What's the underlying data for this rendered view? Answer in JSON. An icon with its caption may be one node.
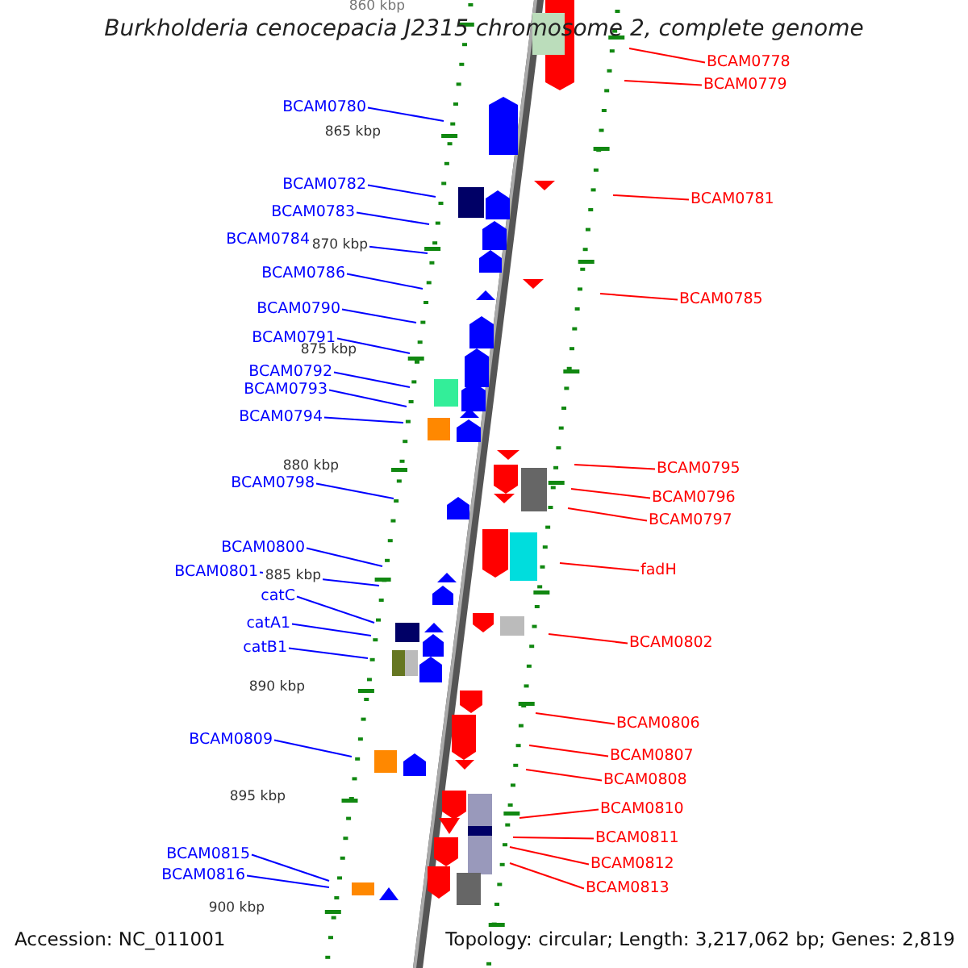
{
  "diagram": {
    "title": "Burkholderia cenocepacia J2315 chromosome 2, complete genome",
    "nodes": [
      {
        "text": [
          "BCAM0778"
        ]
      },
      {
        "text": [
          "BCAM0779"
        ]
      },
      {
        "text": [
          "BCAM0780"
        ]
      },
      {
        "text": [
          "BCAM0782"
        ]
      },
      {
        "text": [
          "BCAM0781"
        ]
      },
      {
        "text": [
          "BCAM0783"
        ]
      },
      {
        "text": [
          "BCAM0784"
        ]
      },
      {
        "text": [
          "BCAM0786"
        ]
      },
      {
        "text": [
          "BCAM0785"
        ]
      },
      {
        "text": [
          "BCAM0790"
        ]
      },
      {
        "text": [
          "BCAM0791"
        ]
      },
      {
        "text": [
          "BCAM0792"
        ]
      },
      {
        "text": [
          "BCAM0793"
        ]
      },
      {
        "text": [
          "BCAM0794"
        ]
      },
      {
        "text": [
          "BCAM0795"
        ]
      },
      {
        "text": [
          "BCAM0798"
        ]
      },
      {
        "text": [
          "BCAM0796"
        ]
      },
      {
        "text": [
          "BCAM0797"
        ]
      },
      {
        "text": [
          "BCAM0800"
        ]
      },
      {
        "text": [
          "fadH"
        ]
      },
      {
        "text": [
          "BCAM0801"
        ]
      },
      {
        "text": [
          "catC"
        ]
      },
      {
        "text": [
          "catA1"
        ]
      },
      {
        "text": [
          "BCAM0802"
        ]
      },
      {
        "text": [
          "catB1"
        ]
      },
      {
        "text": [
          "BCAM0806"
        ]
      },
      {
        "text": [
          "BCAM0809"
        ]
      },
      {
        "text": [
          "BCAM0807"
        ]
      },
      {
        "text": [
          "BCAM0808"
        ]
      },
      {
        "text": [
          "BCAM0810"
        ]
      },
      {
        "text": [
          "BCAM0811"
        ]
      },
      {
        "text": [
          "BCAM0815"
        ]
      },
      {
        "text": [
          "BCAM0812"
        ]
      },
      {
        "text": [
          "BCAM0816"
        ]
      },
      {
        "text": [
          "BCAM0813"
        ]
      }
    ],
    "edges": [
      {
        "from": 0,
        "to": null,
        "arrow": "none",
        "color": "#ff0000"
      },
      {
        "from": 1,
        "to": null,
        "arrow": "none",
        "color": "#ff0000"
      },
      {
        "from": 2,
        "to": null,
        "arrow": "none"
      },
      {
        "from": 3,
        "to": null,
        "arrow": "none"
      },
      {
        "from": 4,
        "to": null,
        "arrow": "none",
        "color": "#ff0000"
      },
      {
        "from": 5,
        "to": null,
        "arrow": "none"
      },
      {
        "from": 6,
        "to": null,
        "arrow": "none"
      },
      {
        "from": 7,
        "to": null,
        "arrow": "none"
      },
      {
        "from": 8,
        "to": null,
        "arrow": "none",
        "color": "#ff0000"
      },
      {
        "from": 9,
        "to": null,
        "arrow": "none"
      },
      {
        "from": 10,
        "to": null,
        "arrow": "none"
      },
      {
        "from": 11,
        "to": null,
        "arrow": "none"
      },
      {
        "from": 12,
        "to": null,
        "arrow": "none"
      },
      {
        "from": 13,
        "to": null,
        "arrow": "none"
      },
      {
        "from": 14,
        "to": null,
        "arrow": "none",
        "color": "#ff0000"
      },
      {
        "from": 15,
        "to": null,
        "arrow": "none"
      },
      {
        "from": 16,
        "to": null,
        "arrow": "none",
        "color": "#ff0000"
      },
      {
        "from": 17,
        "to": null,
        "arrow": "none",
        "color": "#ff0000"
      },
      {
        "from": 18,
        "to": null,
        "arrow": "none"
      },
      {
        "from": 19,
        "to": null,
        "arrow": "none",
        "color": "#ff0000"
      },
      {
        "from": 20,
        "to": null,
        "arrow": "none"
      },
      {
        "from": 21,
        "to": null,
        "arrow": "none"
      },
      {
        "from": 22,
        "to": null,
        "arrow": "none"
      },
      {
        "from": 23,
        "to": null,
        "arrow": "none",
        "color": "#ff0000"
      },
      {
        "from": 24,
        "to": null,
        "arrow": "none"
      },
      {
        "from": 25,
        "to": null,
        "arrow": "none",
        "color": "#ff0000"
      },
      {
        "from": 26,
        "to": null,
        "arrow": "none"
      },
      {
        "from": 27,
        "to": null,
        "arrow": "none",
        "color": "#ff0000"
      },
      {
        "from": 28,
        "to": null,
        "arrow": "none",
        "color": "#ff0000"
      },
      {
        "from": 29,
        "to": null,
        "arrow": "none",
        "color": "#ff0000"
      },
      {
        "from": 30,
        "to": null,
        "arrow": "none",
        "color": "#ff0000"
      },
      {
        "from": 31,
        "to": null,
        "arrow": "none"
      },
      {
        "from": 32,
        "to": null,
        "arrow": "none",
        "color": "#ff0000"
      },
      {
        "from": 33,
        "to": null,
        "arrow": "none"
      },
      {
        "from": 34,
        "to": null,
        "arrow": "none",
        "color": "#ff0000"
      }
    ],
    "labels": [
      "860 kbp",
      "865 kbp",
      "870 kbp",
      "875 kbp",
      "880 kbp",
      "885 kbp",
      "890 kbp",
      "895 kbp",
      "900 kbp",
      "Accession: NC_011001",
      "Topology: circular; Length: 3,217,062 bp; Genes: 2,819"
    ]
  }
}
